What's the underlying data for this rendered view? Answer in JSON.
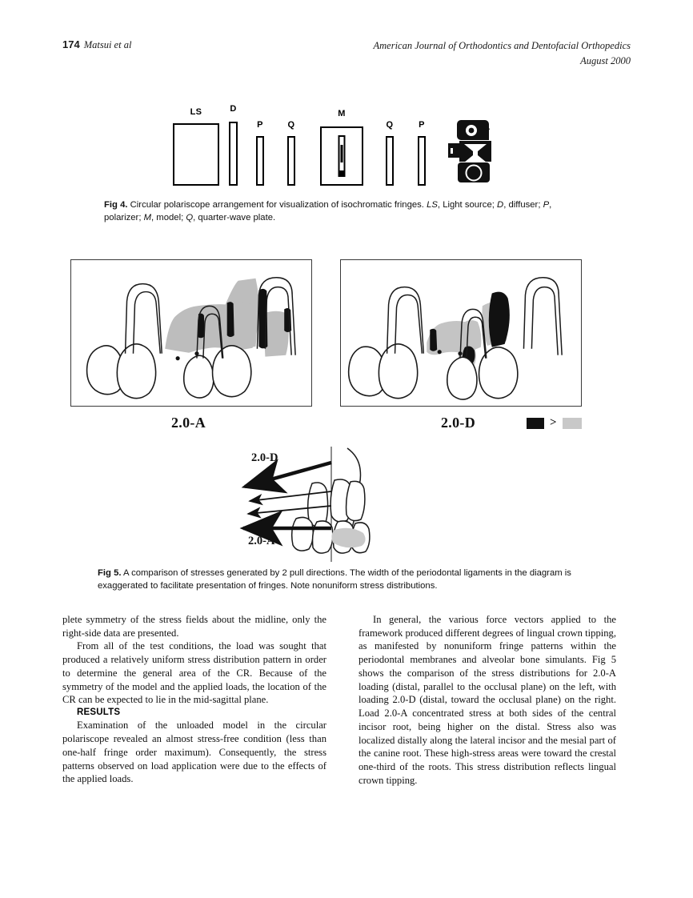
{
  "running_head": {
    "folio": "174",
    "authors": "Matsui et al",
    "journal": "American Journal of Orthodontics and Dentofacial Orthopedics",
    "issue_date": "August 2000"
  },
  "figure4": {
    "components": [
      {
        "id": "LS",
        "label": "LS",
        "name": "light-source"
      },
      {
        "id": "D",
        "label": "D",
        "name": "diffuser"
      },
      {
        "id": "P1",
        "label": "P",
        "name": "polarizer"
      },
      {
        "id": "Q1",
        "label": "Q",
        "name": "quarter-wave-plate"
      },
      {
        "id": "M",
        "label": "M",
        "name": "model"
      },
      {
        "id": "Q2",
        "label": "Q",
        "name": "quarter-wave-plate"
      },
      {
        "id": "P2",
        "label": "P",
        "name": "analyzer"
      },
      {
        "id": "CAM",
        "label": "",
        "name": "camera"
      }
    ],
    "caption_number": "Fig 4.",
    "caption_text": " Circular polariscope arrangement for visualization of isochromatic fringes. ",
    "caption_legend": [
      {
        "symbol": "LS",
        "meaning": ", Light source; "
      },
      {
        "symbol": "D",
        "meaning": ", diffuser; "
      },
      {
        "symbol": "P",
        "meaning": ", polarizer; "
      },
      {
        "symbol": "M",
        "meaning": ", model; "
      },
      {
        "symbol": "Q",
        "meaning": ", quarter-wave plate."
      }
    ]
  },
  "figure5": {
    "panel_left_label": "2.0-A",
    "panel_right_label": "2.0-D",
    "legend": {
      "dark_color": "#111111",
      "light_color": "#c8c8c8",
      "comparator": ">"
    },
    "arrow_diagram": {
      "upper_label": "2.0-D",
      "lower_label": "2.0-A"
    },
    "caption_number": "Fig 5.",
    "caption_text": " A comparison of stresses generated by 2 pull directions. The width of the periodontal ligaments in the diagram is exaggerated to facilitate presentation of fringes. Note nonuniform stress distributions."
  },
  "body": {
    "left_column": {
      "continued_paragraph": "plete symmetry of the stress fields about the midline, only the right-side data are presented.",
      "paragraph_2": "From all of the test conditions, the load was sought that produced a relatively uniform stress distribution pattern in order to determine the general area of the CR. Because of the symmetry of the model and the applied loads, the location of the CR can be expected to lie in the mid-sagittal plane.",
      "section_heading": "RESULTS",
      "paragraph_3": "Examination of the unloaded model in the circular polariscope revealed an almost stress-free condition (less than one-half fringe order maximum). Consequently, the stress patterns observed on load application were due to the effects of the applied loads."
    },
    "right_column": {
      "paragraph_1": "In general, the various force vectors applied to the framework produced different degrees of lingual crown tipping, as manifested by nonuniform fringe patterns within the periodontal membranes and alveolar bone simulants. Fig 5 shows the comparison of the stress distributions for 2.0-A loading (distal, parallel to the occlusal plane) on the left, with loading 2.0-D (distal, toward the occlusal plane) on the right. Load 2.0-A concentrated stress at both sides of the central incisor root, being higher on the distal. Stress also was localized distally along the lateral incisor and the mesial part of the canine root. These high-stress areas were toward the crestal one-third of the roots. This stress distribution reflects lingual crown tipping."
    }
  }
}
